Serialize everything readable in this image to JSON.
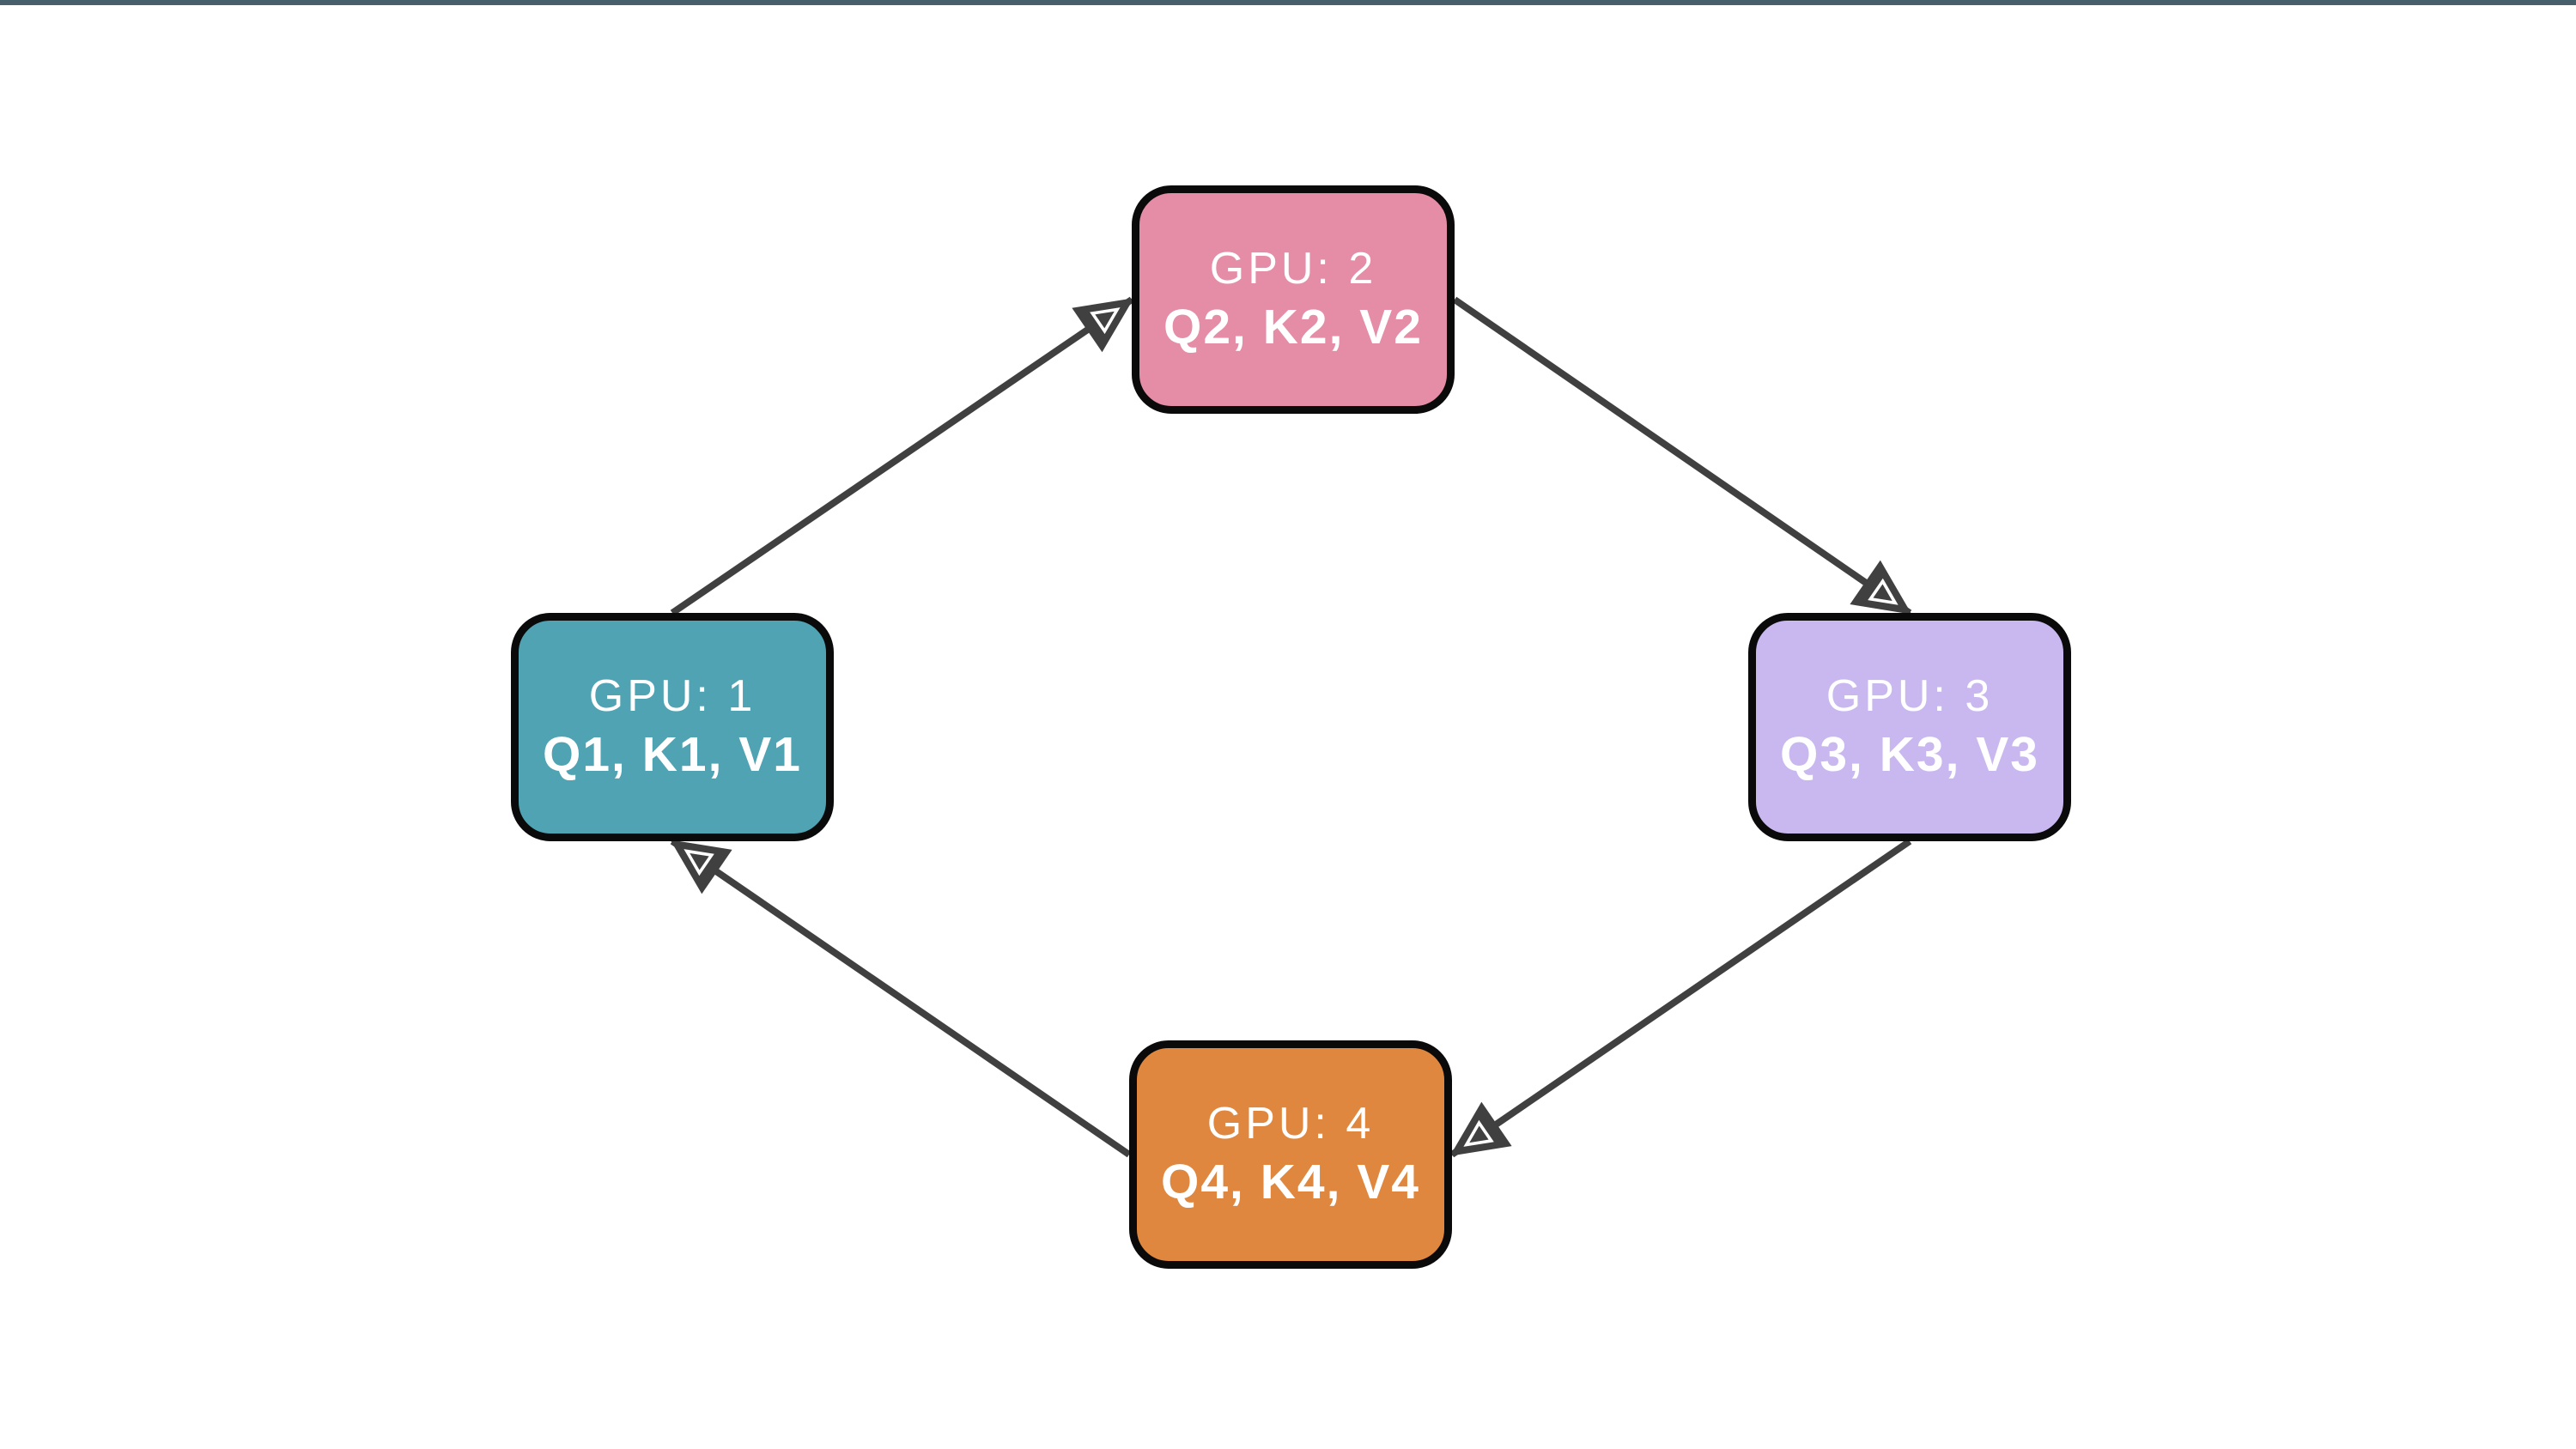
{
  "page": {
    "background": "#ffffff",
    "top_bar_color": "#465F6A"
  },
  "diagram": {
    "type": "ring-topology",
    "arrow_color": "#404040",
    "nodes": [
      {
        "id": "gpu1",
        "label": "GPU: 1",
        "sublabel": "Q1, K1, V1",
        "color": "#4FA3B3",
        "position": "left"
      },
      {
        "id": "gpu2",
        "label": "GPU: 2",
        "sublabel": "Q2, K2, V2",
        "color": "#E58CA7",
        "position": "top"
      },
      {
        "id": "gpu3",
        "label": "GPU: 3",
        "sublabel": "Q3, K3, V3",
        "color": "#C9B8F0",
        "position": "right"
      },
      {
        "id": "gpu4",
        "label": "GPU: 4",
        "sublabel": "Q4, K4, V4",
        "color": "#DF873E",
        "position": "bottom"
      }
    ],
    "edges": [
      {
        "from": "gpu1",
        "to": "gpu2"
      },
      {
        "from": "gpu2",
        "to": "gpu3"
      },
      {
        "from": "gpu3",
        "to": "gpu4"
      },
      {
        "from": "gpu4",
        "to": "gpu1"
      }
    ]
  }
}
